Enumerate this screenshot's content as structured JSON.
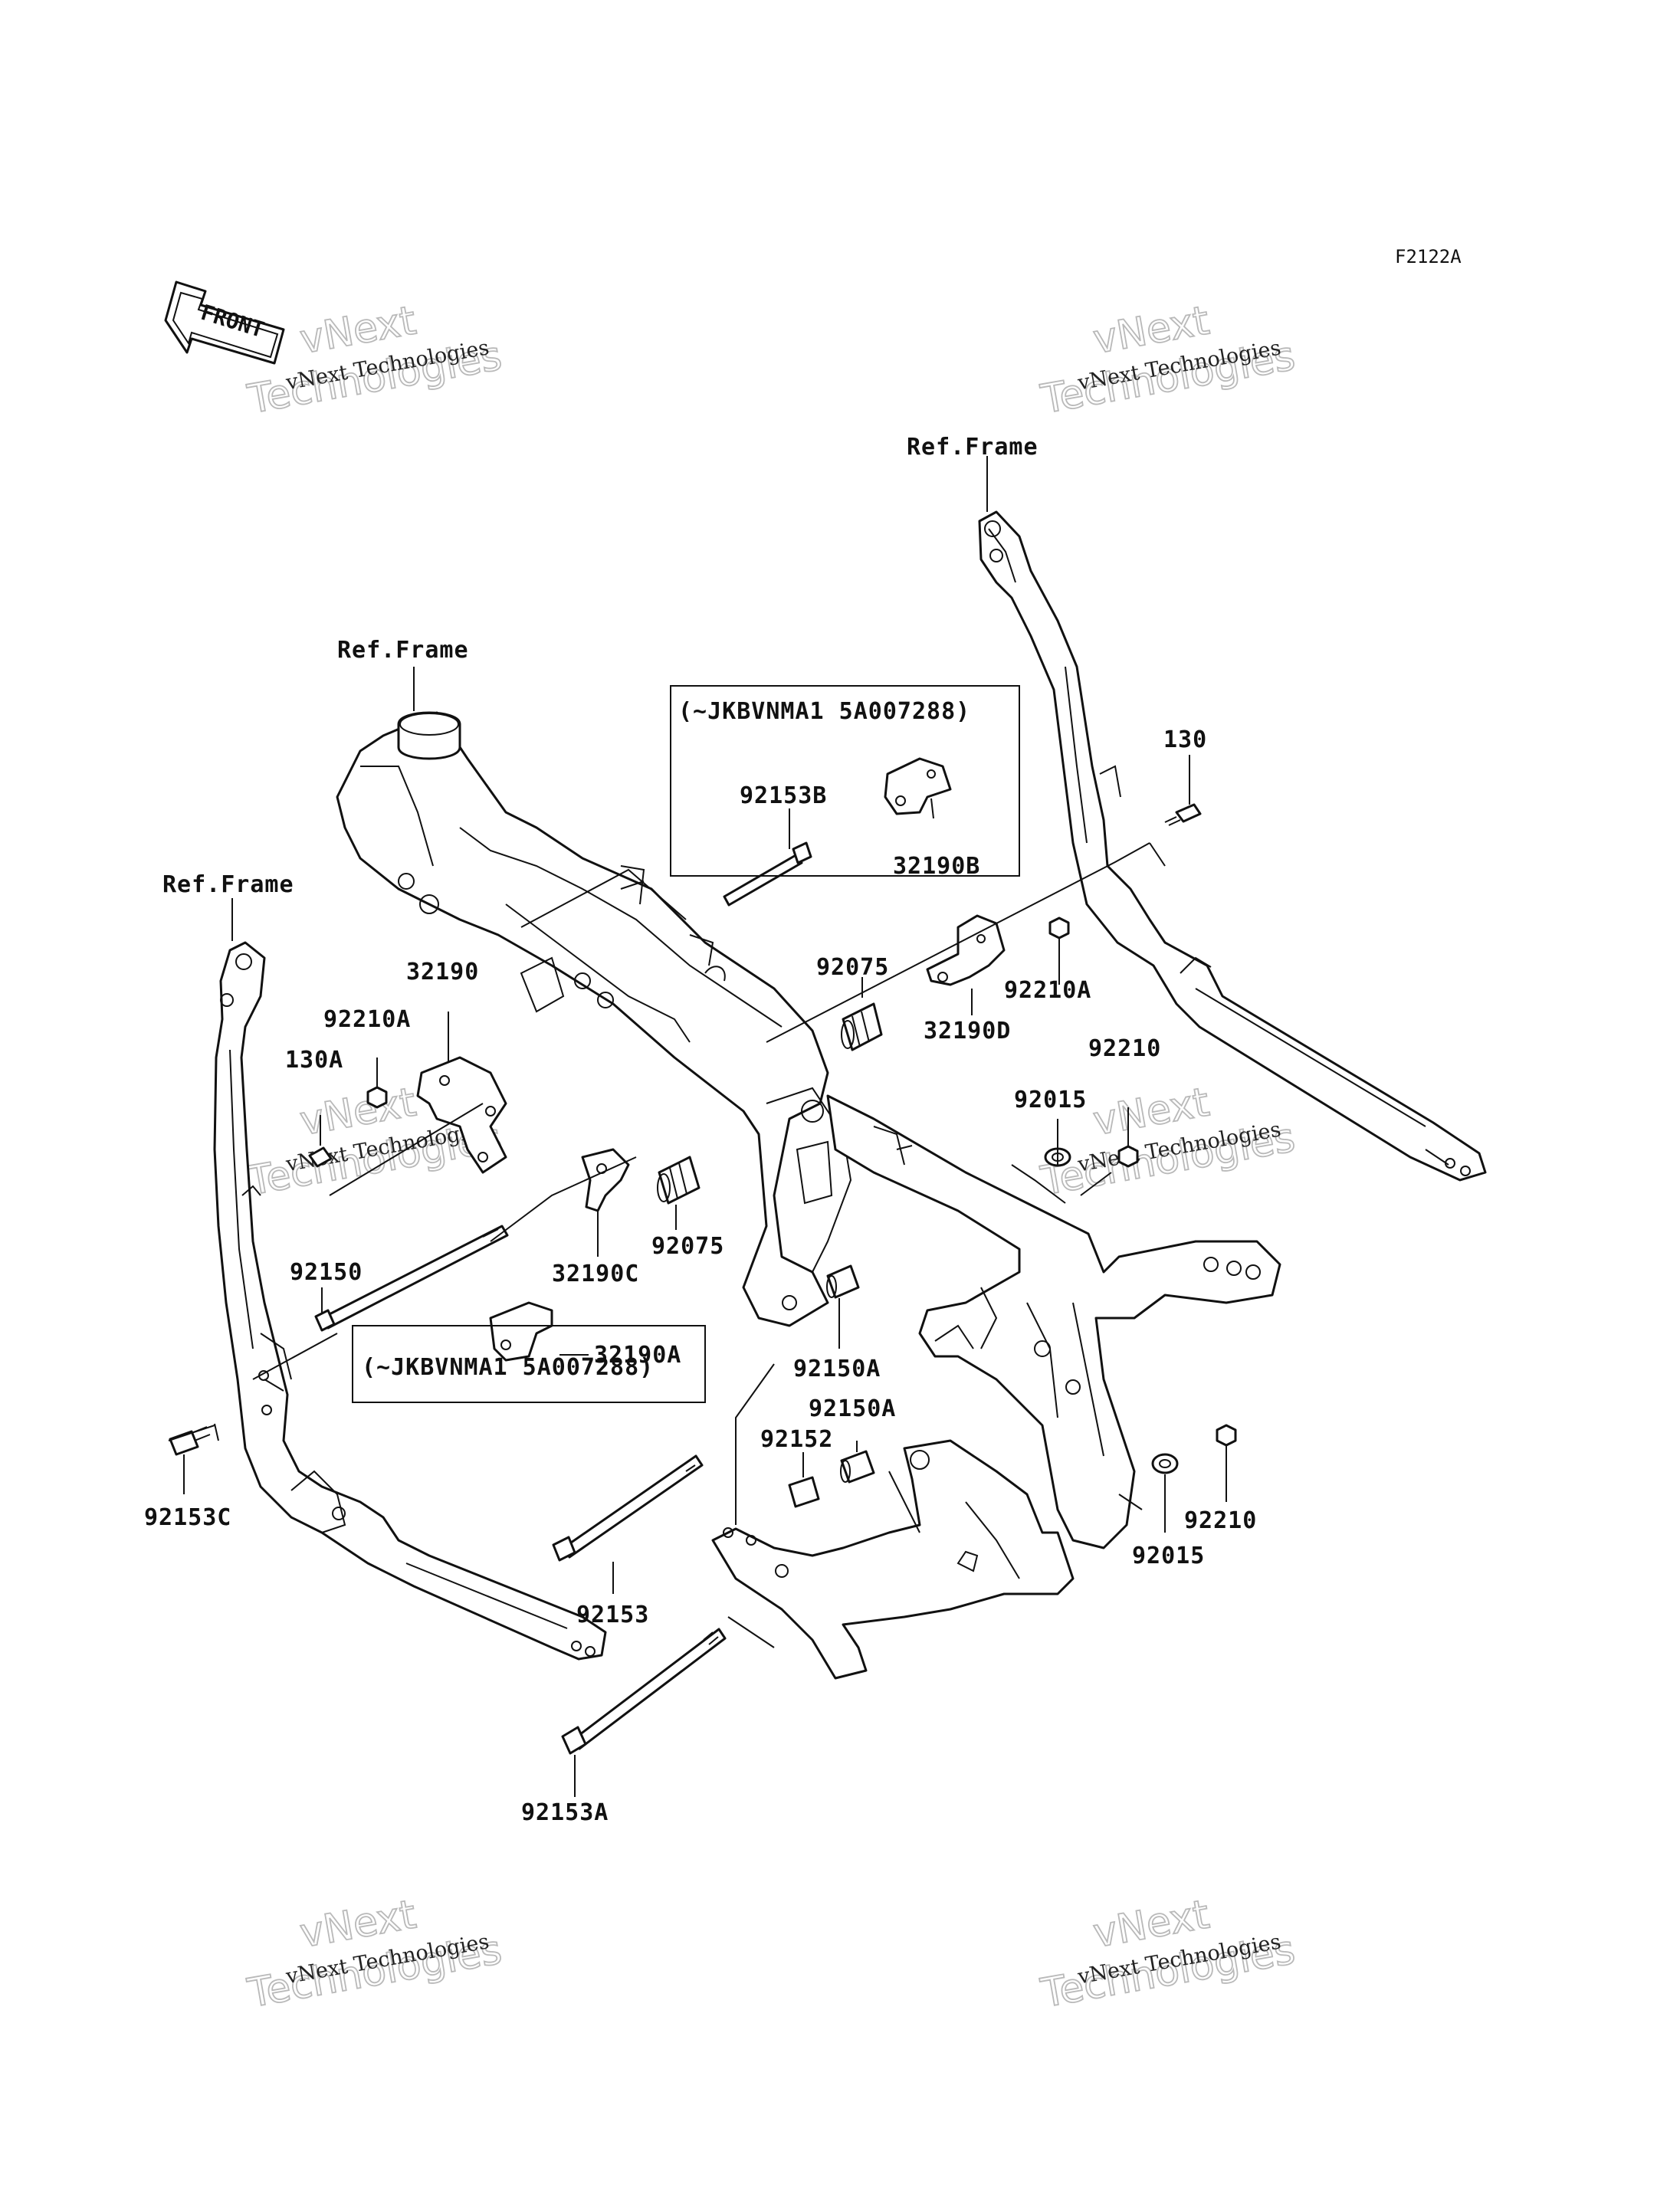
{
  "diagram_code": "F2122A",
  "front_label": "FRONT",
  "watermark": {
    "line1": "vNext Technologies",
    "line2": "vNext",
    "line3": "Technologies"
  },
  "ref_frame_label": "Ref.Frame",
  "variant_note": "(~JKBVNMA1 5A007288)",
  "parts": {
    "p130": "130",
    "p130A": "130A",
    "p32190": "32190",
    "p32190A": "32190A",
    "p32190B": "32190B",
    "p32190C": "32190C",
    "p32190D": "32190D",
    "p92015_top": "92015",
    "p92015_bottom": "92015",
    "p92075_left": "92075",
    "p92075_right": "92075",
    "p92150": "92150",
    "p92150A_1": "92150A",
    "p92150A_2": "92150A",
    "p92152": "92152",
    "p92153": "92153",
    "p92153A": "92153A",
    "p92153B": "92153B",
    "p92153C": "92153C",
    "p92210_top": "92210",
    "p92210_bottom": "92210",
    "p92210A_left": "92210A",
    "p92210A_right": "92210A"
  }
}
